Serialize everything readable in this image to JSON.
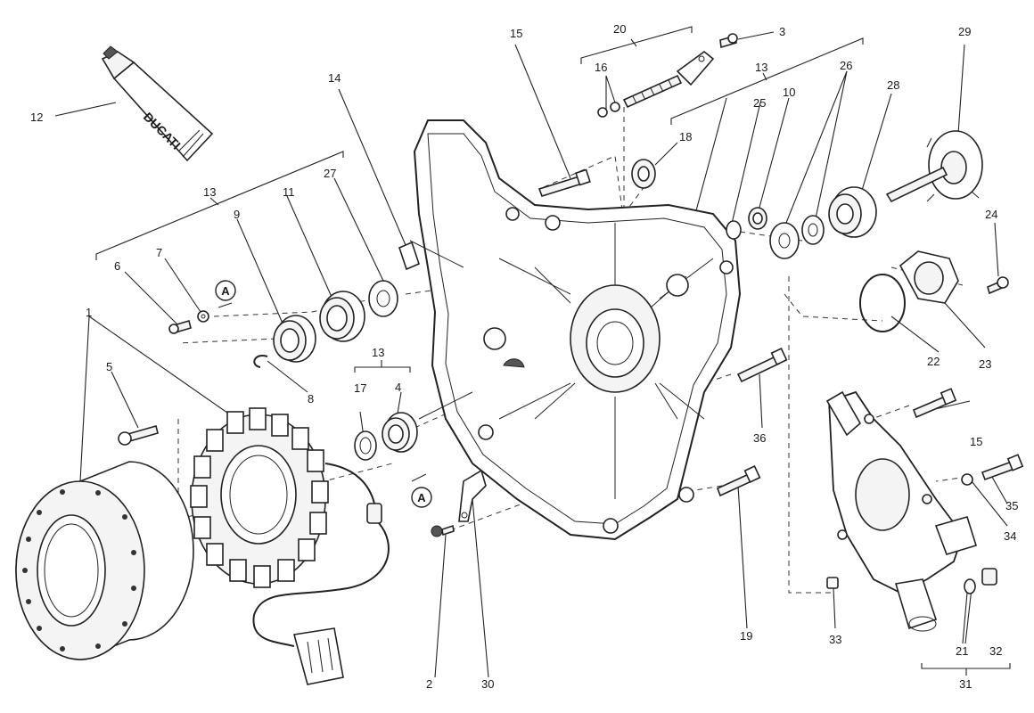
{
  "tube_brand": "DUCATI",
  "marker": "A",
  "labels": [
    "1",
    "2",
    "3",
    "4",
    "5",
    "6",
    "7",
    "8",
    "9",
    "10",
    "11",
    "12",
    "13",
    "13",
    "13",
    "14",
    "15",
    "15",
    "16",
    "17",
    "18",
    "19",
    "20",
    "21",
    "22",
    "23",
    "24",
    "25",
    "26",
    "27",
    "28",
    "29",
    "30",
    "31",
    "32",
    "33",
    "34",
    "35",
    "36"
  ]
}
